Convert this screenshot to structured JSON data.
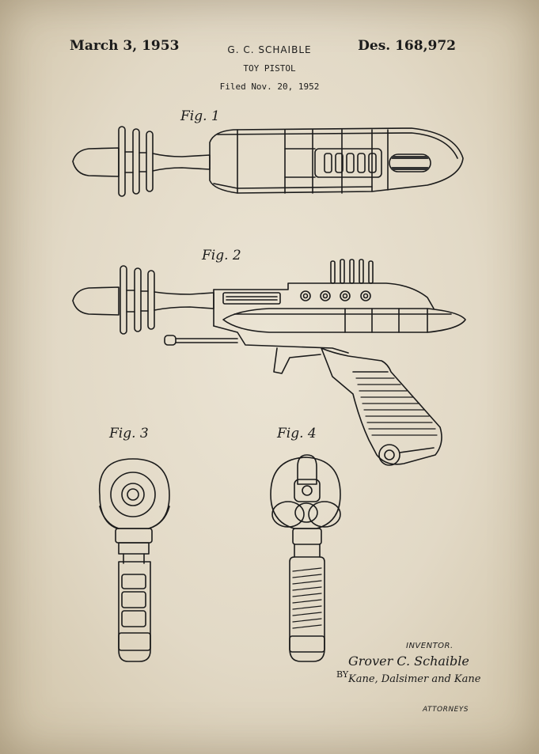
{
  "header": {
    "date": "March 3, 1953",
    "inventor": "G. C. SCHAIBLE",
    "title": "TOY PISTOL",
    "filed": "Filed Nov. 20, 1952",
    "patent_number": "Des. 168,972"
  },
  "figures": [
    {
      "label": "Fig. 1",
      "depicts": "side view of toy pistol, top"
    },
    {
      "label": "Fig. 2",
      "depicts": "side view of toy pistol"
    },
    {
      "label": "Fig. 3",
      "depicts": "rear view"
    },
    {
      "label": "Fig. 4",
      "depicts": "front view"
    }
  ],
  "signature": {
    "inventor_label": "INVENTOR.",
    "inventor_name": "Grover C. Schaible",
    "by": "BY",
    "attorney_name": "Kane, Dalsimer and Kane",
    "attorneys_label": "ATTORNEYS"
  },
  "colors": {
    "paper": "#e4dccb",
    "ink": "#1b1b1b"
  }
}
